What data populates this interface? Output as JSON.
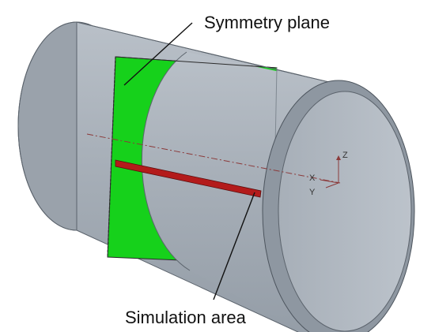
{
  "labels": {
    "symmetry_plane": "Symmetry plane",
    "simulation_area": "Simulation area"
  },
  "axes": {
    "z": "Z",
    "x": "X",
    "y": "Y"
  },
  "colors": {
    "pipe_body": "#a9b1ba",
    "pipe_bore": "#b5bdc6",
    "pipe_rim": "#8d96a0",
    "symmetry_plane": "#16d11b",
    "simulation_area": "#b31b1b",
    "axis_line": "#8b3a3a",
    "leader_line": "#111111"
  }
}
